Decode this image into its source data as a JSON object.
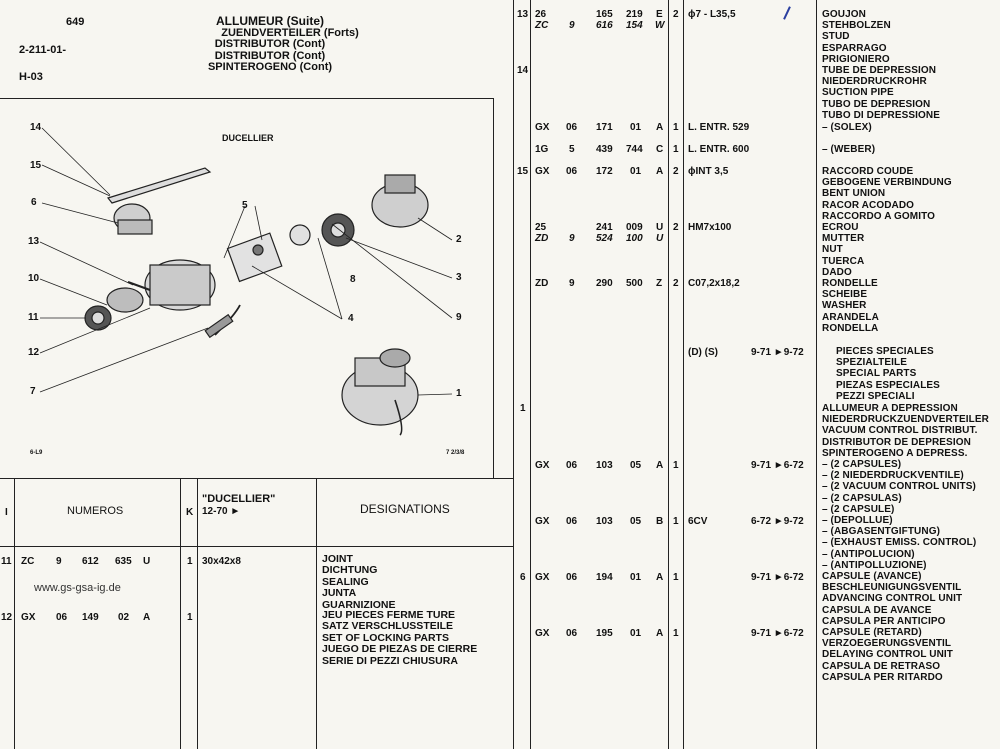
{
  "header": {
    "page_number": "649",
    "ref_code": "2-211-01-",
    "sheet": "H-03",
    "titles": [
      "ALLUMEUR (Suite)",
      "ZUENDVERTEILER (Forts)",
      "DISTRIBUTOR (Cont)",
      "DISTRIBUTOR (Cont)",
      "SPINTEROGENO (Cont)"
    ]
  },
  "illustration": {
    "brand": "DUCELLIER",
    "callouts": [
      "14",
      "15",
      "6",
      "5",
      "13",
      "10",
      "11",
      "12",
      "7",
      "8",
      "4",
      "2",
      "3",
      "9",
      "1"
    ],
    "corner_left": "6-L9",
    "corner_right": "7 2/3/8"
  },
  "left_table": {
    "headers": {
      "index": "I",
      "numeros": "NUMEROS",
      "k": "K",
      "model": "\"DUCELLIER\"",
      "model_range": "12-70 ►",
      "designations": "DESIGNATIONS"
    },
    "rows": [
      {
        "idx": "11",
        "code": "ZC",
        "a": "9",
        "b": "612",
        "c": "635",
        "d": "U",
        "qty": "1",
        "spec": "30x42x8",
        "desc": "JOINT\nDICHTUNG\nSEALING\nJUNTA\nGUARNIZIONE"
      },
      {
        "idx": "12",
        "code": "GX",
        "a": "06",
        "b": "149",
        "c": "02",
        "d": "A",
        "qty": "1",
        "spec": "",
        "desc": "JEU PIECES FERME TURE\nSATZ VERSCHLUSSTEILE\nSET OF LOCKING PARTS\nJUEGO DE PIEZAS DE CIERRE\nSERIE DI PEZZI CHIUSURA"
      }
    ],
    "watermark": "www.gs-gsa-ig.de"
  },
  "right_table": {
    "rows": [
      {
        "idx": "13",
        "c1": "26",
        "c2": "",
        "c3": "165",
        "c4": "219",
        "c5": "E",
        "q": "2",
        "spec": "ϕ7 - L35,5",
        "desc": "GOUJON\nSTEHBOLZEN\nSTUD\nESPARRAGO\nPRIGIONIERO"
      },
      {
        "idx": "",
        "c1": "ZC",
        "c2": "9",
        "c3": "616",
        "c4": "154",
        "c5": "W",
        "q": "",
        "spec": "",
        "desc": ""
      },
      {
        "idx": "14",
        "desc": "TUBE DE DEPRESSION\nNIEDERDRUCKROHR\nSUCTION PIPE\nTUBO DE DEPRESION\nTUBO DI DEPRESSIONE"
      },
      {
        "c1": "GX",
        "c2": "06",
        "c3": "171",
        "c4": "01",
        "c5": "A",
        "q": "1",
        "spec": "L. ENTR. 529",
        "desc": "– (SOLEX)"
      },
      {
        "c1": "1G",
        "c2": "5",
        "c3": "439",
        "c4": "744",
        "c5": "C",
        "q": "1",
        "spec": "L. ENTR. 600",
        "desc": "– (WEBER)"
      },
      {
        "idx": "15",
        "c1": "GX",
        "c2": "06",
        "c3": "172",
        "c4": "01",
        "c5": "A",
        "q": "2",
        "spec": "ϕINT 3,5",
        "desc": "RACCORD COUDE\nGEBOGENE VERBINDUNG\nBENT UNION\nRACOR ACODADO\nRACCORDO A GOMITO"
      },
      {
        "c1": "25",
        "c3": "241",
        "c4": "009",
        "c5": "U",
        "q": "2",
        "spec": "HM7x100",
        "desc": "ECROU\nMUTTER\nNUT\nTUERCA\nDADO"
      },
      {
        "c1": "ZD",
        "c2": "9",
        "c3": "524",
        "c4": "100",
        "c5": "U"
      },
      {
        "c1": "ZD",
        "c2": "9",
        "c3": "290",
        "c4": "500",
        "c5": "Z",
        "q": "2",
        "spec": "C07,2x18,2",
        "desc": "RONDELLE\nSCHEIBE\nWASHER\nARANDELA\nRONDELLA"
      },
      {
        "spec": "(D) (S)",
        "range": "9-71 ►9-72",
        "desc": "PIECES SPECIALES\nSPEZIALTEILE\nSPECIAL PARTS\nPIEZAS ESPECIALES\nPEZZI SPECIALI"
      },
      {
        "idx": "1",
        "desc": "ALLUMEUR A DEPRESSION\nNIEDERDRUCKZUENDVERTEILER\nVACUUM CONTROL DISTRIBUT.\nDISTRIBUTOR DE DEPRESION\nSPINTEROGENO A DEPRESS."
      },
      {
        "c1": "GX",
        "c2": "06",
        "c3": "103",
        "c4": "05",
        "c5": "A",
        "q": "1",
        "range": "9-71 ►6-72",
        "desc": "– (2 CAPSULES)\n– (2 NIEDERDRUCKVENTILE)\n– (2 VACUUM CONTROL UNITS)\n– (2 CAPSULAS)\n– (2 CAPSULE)"
      },
      {
        "c1": "GX",
        "c2": "06",
        "c3": "103",
        "c4": "05",
        "c5": "B",
        "q": "1",
        "spec": "6CV",
        "range": "6-72 ►9-72",
        "desc": "– (DEPOLLUE)\n– (ABGASENTGIFTUNG)\n– (EXHAUST EMISS. CONTROL)\n– (ANTIPOLUCION)\n– (ANTIPOLLUZIONE)"
      },
      {
        "idx": "6",
        "c1": "GX",
        "c2": "06",
        "c3": "194",
        "c4": "01",
        "c5": "A",
        "q": "1",
        "range": "9-71 ►6-72",
        "desc": "CAPSULE (AVANCE)\nBESCHLEUNIGUNGSVENTIL\nADVANCING CONTROL UNIT\nCAPSULA DE AVANCE\nCAPSULA PER ANTICIPO"
      },
      {
        "c1": "GX",
        "c2": "06",
        "c3": "195",
        "c4": "01",
        "c5": "A",
        "q": "1",
        "range": "9-71 ►6-72",
        "desc": "CAPSULE (RETARD)\nVERZOEGERUNGSVENTIL\nDELAYING CONTROL UNIT\nCAPSULA DE RETRASO\nCAPSULA PER RITARDO"
      }
    ]
  }
}
